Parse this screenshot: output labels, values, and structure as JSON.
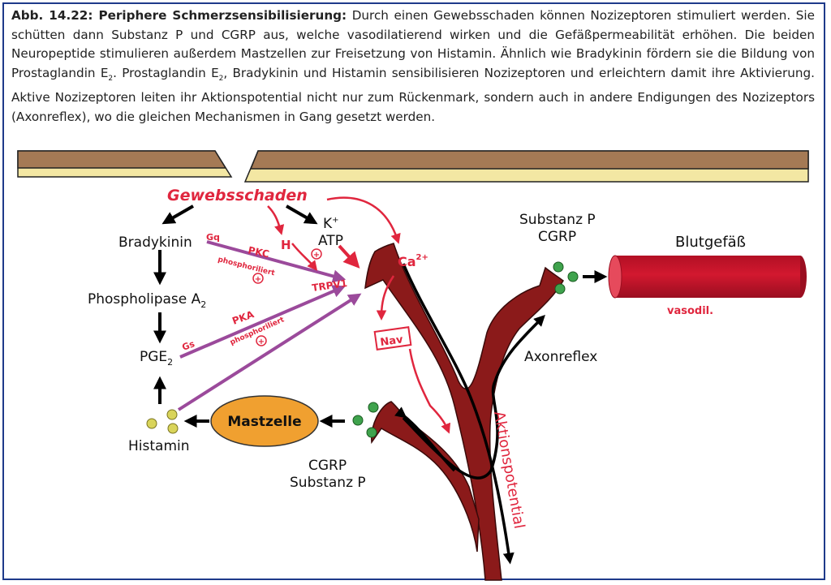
{
  "caption": {
    "title": "Abb. 14.22: Periphere Schmerzsensibilisierung:",
    "p1": "Durch einen Gewebsschaden können Nozizeptoren stimuliert werden. Sie schütten dann Substanz P und CGRP aus, welche vasodilatierend wirken und die Gefäßpermeabilität erhöhen. Die beiden Neuropeptide stimulieren außerdem Mastzellen zur Freisetzung von Histamin. Ähnlich wie Bradykinin fördern sie die Bildung von Prostaglandin E",
    "sub1": "2",
    "p2": ". Prostaglandin E",
    "sub2": "2",
    "p3": ", Bradykinin und Histamin sensibilisieren Nozizeptoren und erleichtern damit ihre Aktivierung. Aktive Nozizeptoren leiten ihr Aktionspotential nicht nur zum Rückenmark, sondern auch in andere Endigungen des Nozizeptors (Axonreflex), wo die gleichen Mechanismen in Gang gesetzt werden."
  },
  "labels": {
    "gewebsschaden": "Gewebsschaden",
    "bradykinin": "Bradykinin",
    "phospholipase": "Phospholipase A",
    "phospholipase_sub": "2",
    "pge": "PGE",
    "pge_sub": "2",
    "histamin": "Histamin",
    "mastzelle": "Mastzelle",
    "cgrp_bottom": "CGRP",
    "substanz_p_bottom": "Substanz P",
    "substanz_p_top": "Substanz P",
    "cgrp_top": "CGRP",
    "blutgefaess": "Blutgefäß",
    "axonreflex": "Axonreflex",
    "kplus": "K",
    "kplus_sup": "+",
    "atp": "ATP"
  },
  "annotations": {
    "gq": "Gq",
    "gs": "Gs",
    "pkc": "PKC",
    "pkc_phos": "phosphoriliert",
    "pka": "PKA",
    "pka_phos": "phosphoriliert",
    "h": "H",
    "trpv1": "TRPV1",
    "ca": "Ca",
    "ca_sup": "2+",
    "nav": "Nav",
    "ap": "Aktionspotential",
    "vasodil": "vasodil.",
    "plus": "+"
  },
  "colors": {
    "border": "#1e3a8a",
    "skin_brown": "#a57a55",
    "skin_yellow": "#f3e7a3",
    "nerve": "#8b1a1a",
    "vessel": "#c8102e",
    "mast": "#f0a030",
    "purple": "#9b4a9b",
    "red_ink": "#e0263e",
    "green_dot": "#3fa34d",
    "yellow_dot": "#d9d45a"
  }
}
